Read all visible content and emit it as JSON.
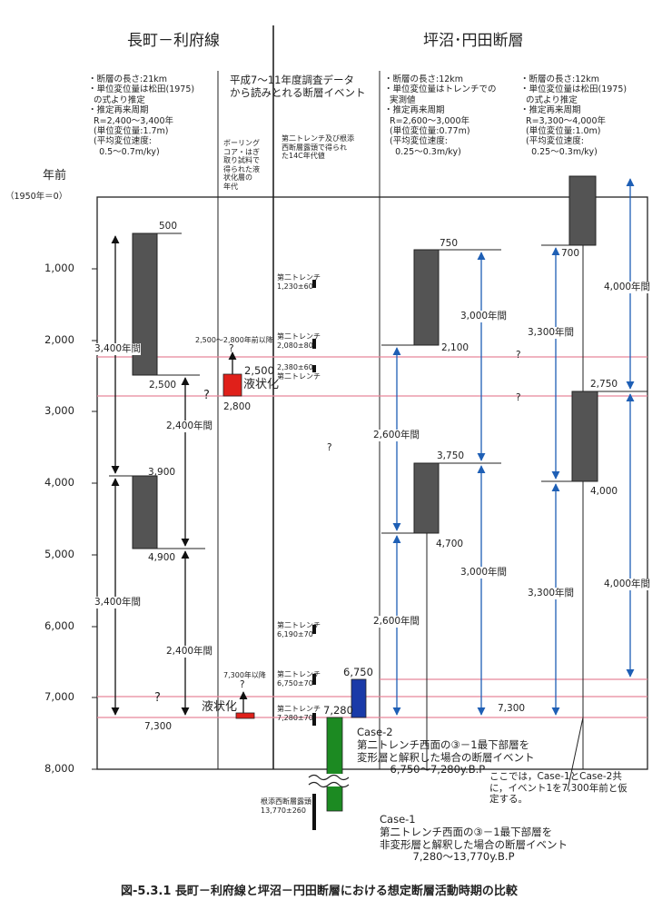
{
  "headers": {
    "left_fault": "長町－利府線",
    "right_fault": "坪沼･円田断層",
    "middle_title": "平成7～11年度調査データ\nから読みとれる断層イベント",
    "col_boring": "ボーリング\nコア・はぎ\n取り試料で\n得られた液\n状化層の\n年代",
    "col_trench": "第二トレンチ及び根添\n西断層露頭で得られ\nた14C年代値"
  },
  "params": {
    "nagamachi": "・断層の長さ:21km\n・単位変位量は松田(1975)\n  の式より推定\n・推定再来周期\n  R=2,400～3,400年\n  (単位変位量:1.7m)\n  (平均変位速度:\n    0.5～0.7m/ky)",
    "tsubonuma_a": "・断層の長さ:12km\n・単位変位量はトレンチでの\n  実測値\n・推定再来周期\n  R=2,600～3,000年\n  (単位変位量:0.77m)\n  (平均変位速度:\n    0.25～0.3m/ky)",
    "tsubonuma_b": "・断層の長さ:12km\n・単位変位量は松田(1975)\n  の式より推定\n・推定再来周期\n  R=3,300～4,000年\n  (単位変位量:1.0m)\n  (平均変位速度:\n    0.25～0.3m/ky)"
  },
  "axis": {
    "title": "年前",
    "base": "（1950年＝0）",
    "ticks": [
      "1,000",
      "2,000",
      "3,000",
      "4,000",
      "5,000",
      "6,000",
      "7,000",
      "8,000"
    ]
  },
  "labels": {
    "n500": "500",
    "n2500": "2,500",
    "n3900": "3,900",
    "n4900": "4,900",
    "n7300": "7,300",
    "n3400a": "3,400年間",
    "n3400b": "3,400年間",
    "n2400a": "2,400年間",
    "n2400b": "2,400年間",
    "liq1_note": "2,500～2,800年前以降",
    "liq1_top": "2,500",
    "liq1_text": "液状化",
    "liq1_bot": "2,800",
    "liq2_note": "7,300年以降",
    "liq2_text": "液状化",
    "t750": "750",
    "t2100": "2,100",
    "t3750": "3,750",
    "t4700": "4,700",
    "t3000a": "3,000年間",
    "t3000b": "3,000年間",
    "t2600a": "2,600年間",
    "t2600b": "2,600年間",
    "u700": "700",
    "u2750": "2,750",
    "u4000": "4,000",
    "u7300": "7,300",
    "u4000a": "4,000年間",
    "u4000b": "4,000年間",
    "u3300a": "3,300年間",
    "u3300b": "3,300年間",
    "q": "?",
    "c1": "第二トレンチ\n1,230±60",
    "c2": "第二トレンチ\n2,080±80",
    "c3": "2,380±60\n第二トレンチ",
    "c4": "第二トレンチ\n6,190±70",
    "c5": "第二トレンチ\n6,750±70",
    "c6": "第二トレンチ\n7,280±70",
    "c7": "根添西断層露頭\n13,770±260",
    "case_6750": "6,750",
    "case_7280": "7,280",
    "case2": "Case-2\n第二トレンチ西面の③－1最下部層を\n変形層と解釈した場合の断層イベント\n          6,750～7,280y.B.P",
    "case1": "Case-1\n第二トレンチ西面の③－1最下部層を\n非変形層と解釈した場合の断層イベント\n          7,280～13,770y.B.P",
    "note": "ここでは，Case-1とCase-2共\nに，イベント1を7,300年前と仮\n定する。",
    "caption": "図-5.3.1  長町－利府線と坪沼－円田断層における想定断層活動時期の比較"
  },
  "colors": {
    "event_box": "#545454",
    "liquefaction": "#e0201a",
    "case2": "#1a3aa8",
    "case1": "#1c8a22",
    "arrow_blue": "#1e5fb5",
    "red_line": "#e8879a"
  },
  "icons": {
    "arrow_black": "double-headed-arrow-black",
    "arrow_blue": "double-headed-arrow-blue",
    "break_mark": "axis-break-wavy"
  }
}
